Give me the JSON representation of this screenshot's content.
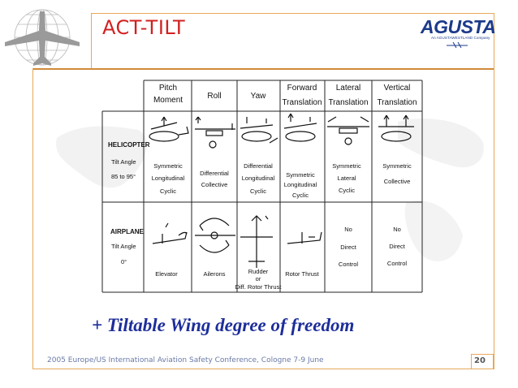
{
  "slide": {
    "title": "ACT-TILT",
    "logo": {
      "name": "AGUSTA",
      "tagline": "An AGUSTAWESTLAND Company"
    },
    "caption": "+ Tiltable Wing degree of freedom",
    "footer": "2005 Europe/US International Aviation Safety Conference, Cologne 7-9 June",
    "page_number": "20",
    "colors": {
      "title": "#d22020",
      "caption": "#1d2e9a",
      "frame": "#e8a85a",
      "logo": "#1c3a8a"
    }
  },
  "table": {
    "columns": [
      [
        "Pitch",
        "Moment"
      ],
      [
        "Roll"
      ],
      [
        "Yaw"
      ],
      [
        "Forward",
        "Translation"
      ],
      [
        "Lateral",
        "Translation"
      ],
      [
        "Vertical",
        "Translation"
      ]
    ],
    "rows": [
      {
        "label": "HELICOPTER",
        "tilt_label": "Tilt Angle",
        "tilt_value": "85 to 95°",
        "cells": [
          [
            "Symmetric",
            "Longitudinal",
            "Cyclic"
          ],
          [
            "Differential",
            "Collective"
          ],
          [
            "Differential",
            "Longitudinal",
            "Cyclic"
          ],
          [
            "Symmetric",
            "Longitudinal",
            "Cyclic"
          ],
          [
            "Symmetric",
            "Lateral",
            "Cyclic"
          ],
          [
            "Symmetric",
            "Collective"
          ]
        ]
      },
      {
        "label": "AIRPLANE",
        "tilt_label": "Tilt Angle",
        "tilt_value": "0°",
        "cells": [
          [
            "Elevator"
          ],
          [
            "Ailerons"
          ],
          [
            "Rudder",
            "or",
            "Diff. Rotor Thrust"
          ],
          [
            "Rotor Thrust"
          ],
          [
            "No",
            "Direct",
            "Control"
          ],
          [
            "No",
            "Direct",
            "Control"
          ]
        ]
      }
    ]
  }
}
